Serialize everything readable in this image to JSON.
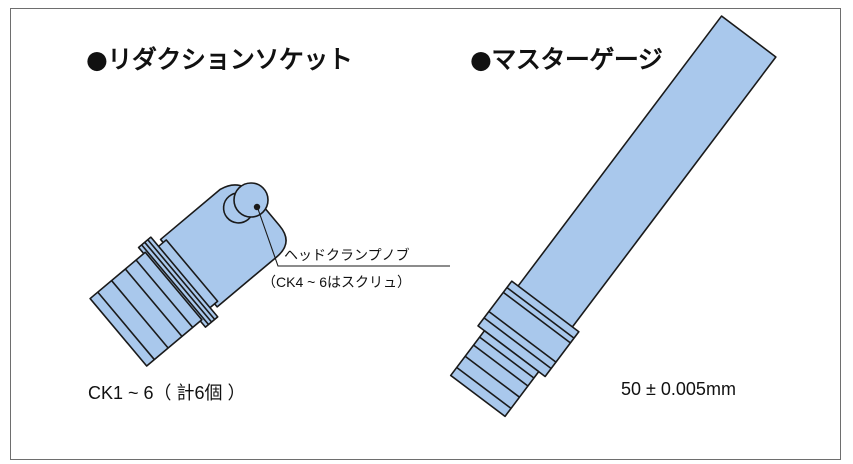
{
  "headings": {
    "left": "●リダクションソケット",
    "right": "●マスターゲージ"
  },
  "callout": {
    "line1": "ヘッドクランプノブ",
    "line2": "（CK4 ~ 6はスクリュ）"
  },
  "captions": {
    "left": "CK1 ~ 6（ 計6個 ）",
    "right": "50 ± 0.005mm"
  },
  "colors": {
    "part_fill": "#a9c8ec",
    "outline": "#1a1a1a",
    "frame": "#6e6e6e"
  }
}
